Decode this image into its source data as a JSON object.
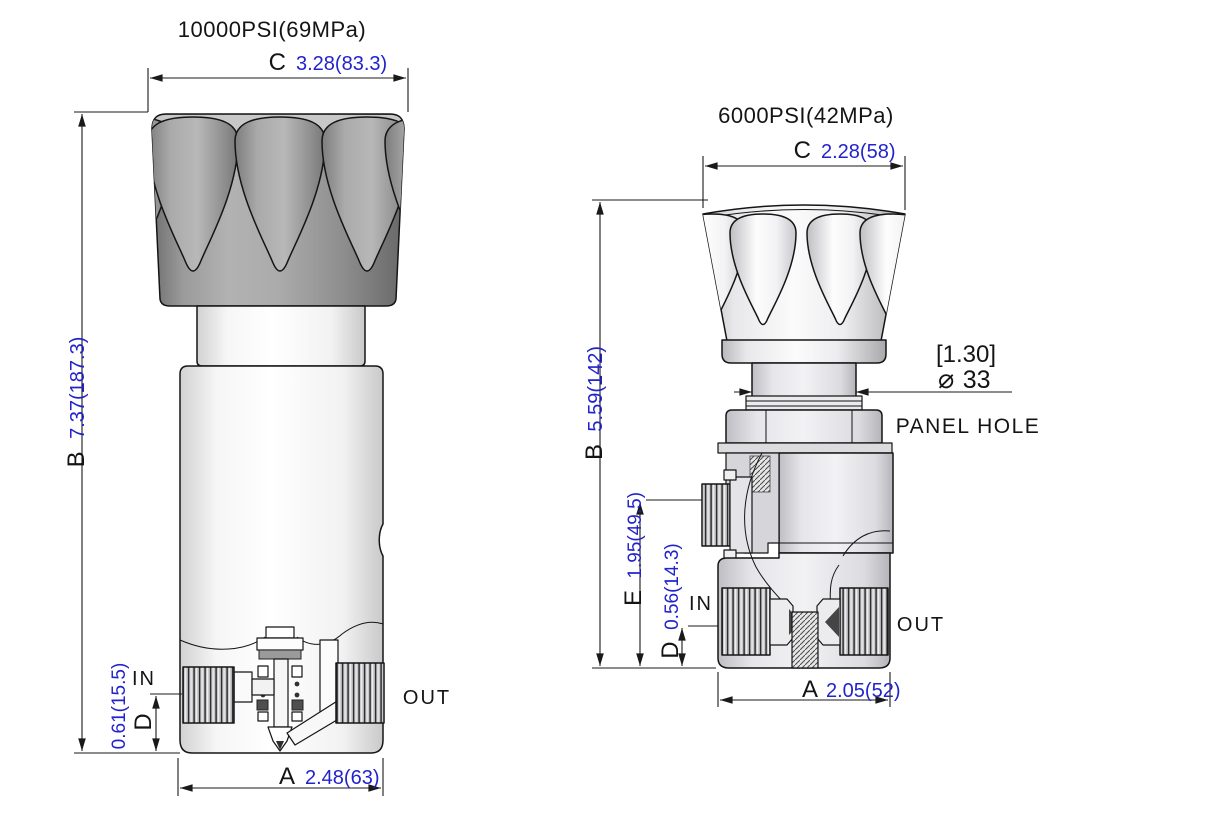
{
  "drawing": {
    "left_view": {
      "title": "10000PSI(69MPa)",
      "dims": {
        "C": {
          "letter": "C",
          "value": "3.28(83.3)"
        },
        "B": {
          "letter": "B",
          "value": "7.37(187.3)"
        },
        "D": {
          "letter": "D",
          "value": "0.61(15.5)"
        },
        "A": {
          "letter": "A",
          "value": "2.48(63)"
        }
      },
      "ports": {
        "in": "IN",
        "out": "OUT"
      }
    },
    "right_view": {
      "title": "6000PSI(42MPa)",
      "dims": {
        "C": {
          "letter": "C",
          "value": "2.28(58)"
        },
        "B": {
          "letter": "B",
          "value": "5.59(142)"
        },
        "E": {
          "letter": "E",
          "value": "1.95(49.5)"
        },
        "D": {
          "letter": "D",
          "value": "0.56(14.3)"
        },
        "A": {
          "letter": "A",
          "value": "2.05(52)"
        }
      },
      "panel_hole": {
        "thickness": "[1.30]",
        "diameter_symbol": "⌀",
        "diameter_value": "33",
        "label": "PANEL HOLE"
      },
      "ports": {
        "in": "IN",
        "out": "OUT"
      }
    },
    "colors": {
      "dimension_value_blue": "#2323cb",
      "line_black": "#1a1a1a"
    }
  }
}
